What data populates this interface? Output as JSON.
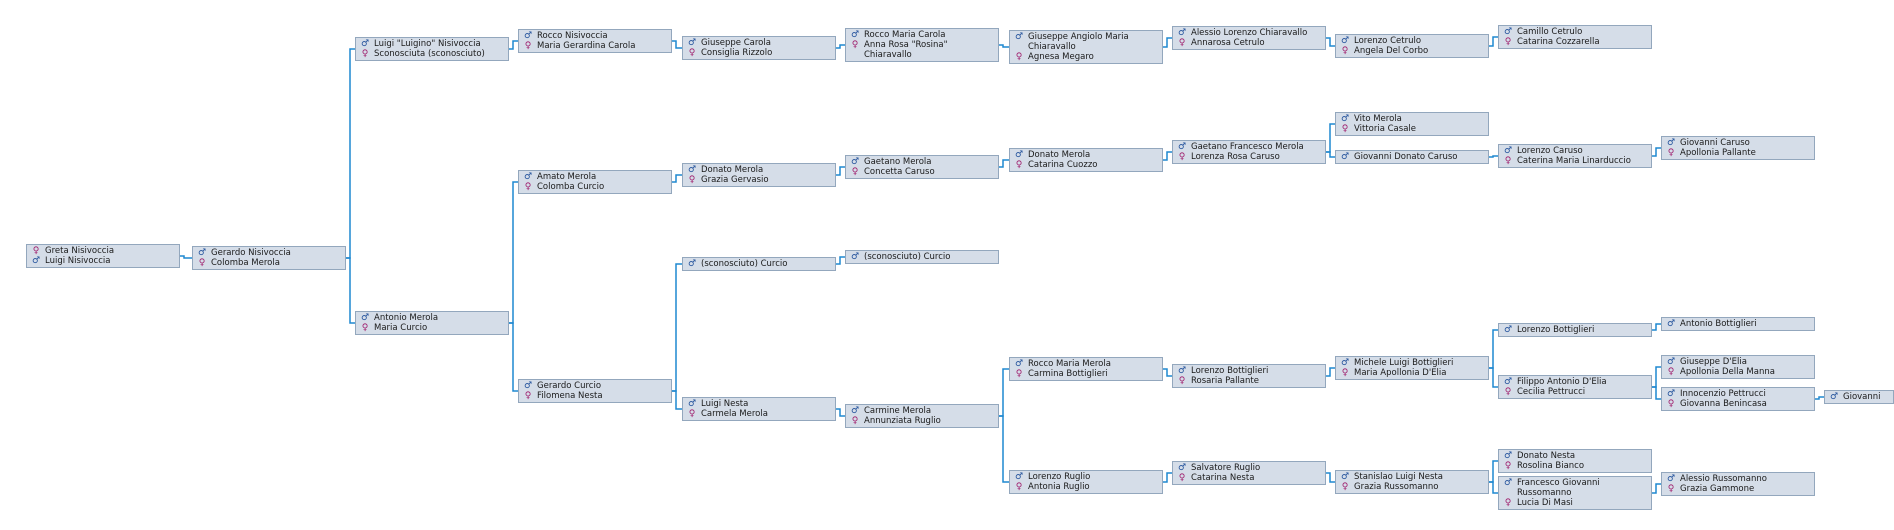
{
  "colors": {
    "node_bg": "#d5dde8",
    "node_border": "#93a7bd",
    "link": "#1f88d0",
    "male": "#1f4f9a",
    "female": "#a0206e"
  },
  "icons": {
    "male": "male-symbol-icon",
    "female": "female-symbol-icon"
  },
  "nodes": [
    {
      "id": "n0",
      "people": [
        {
          "g": "female",
          "name": "Greta Nisivoccia"
        },
        {
          "g": "male",
          "name": "Luigi Nisivoccia"
        }
      ]
    },
    {
      "id": "n1",
      "people": [
        {
          "g": "male",
          "name": "Gerardo Nisivoccia"
        },
        {
          "g": "female",
          "name": "Colomba Merola"
        }
      ]
    },
    {
      "id": "n2",
      "people": [
        {
          "g": "male",
          "name": "Luigi \"Luigino\" Nisivoccia"
        },
        {
          "g": "female",
          "name": "Sconosciuta (sconosciuto)"
        }
      ]
    },
    {
      "id": "n3",
      "people": [
        {
          "g": "male",
          "name": "Antonio Merola"
        },
        {
          "g": "female",
          "name": "Maria Curcio"
        }
      ]
    },
    {
      "id": "n4",
      "people": [
        {
          "g": "male",
          "name": "Rocco Nisivoccia"
        },
        {
          "g": "female",
          "name": "Maria Gerardina Carola"
        }
      ]
    },
    {
      "id": "n5",
      "people": [
        {
          "g": "male",
          "name": "Amato Merola"
        },
        {
          "g": "female",
          "name": "Colomba Curcio"
        }
      ]
    },
    {
      "id": "n6",
      "people": [
        {
          "g": "male",
          "name": "Gerardo Curcio"
        },
        {
          "g": "female",
          "name": "Filomena Nesta"
        }
      ]
    },
    {
      "id": "n7",
      "people": [
        {
          "g": "male",
          "name": "Giuseppe Carola"
        },
        {
          "g": "female",
          "name": "Consiglia Rizzolo"
        }
      ]
    },
    {
      "id": "n8",
      "people": [
        {
          "g": "male",
          "name": "Donato Merola"
        },
        {
          "g": "female",
          "name": "Grazia Gervasio"
        }
      ]
    },
    {
      "id": "n9",
      "people": [
        {
          "g": "male",
          "name": "(sconosciuto) Curcio"
        }
      ]
    },
    {
      "id": "n10",
      "people": [
        {
          "g": "male",
          "name": "Luigi Nesta"
        },
        {
          "g": "female",
          "name": "Carmela Merola"
        }
      ]
    },
    {
      "id": "n11",
      "people": [
        {
          "g": "male",
          "name": "Rocco Maria Carola"
        },
        {
          "g": "female",
          "name": "Anna Rosa \"Rosina\" Chiaravallo"
        }
      ]
    },
    {
      "id": "n12",
      "people": [
        {
          "g": "male",
          "name": "Gaetano Merola"
        },
        {
          "g": "female",
          "name": "Concetta Caruso"
        }
      ]
    },
    {
      "id": "n13",
      "people": [
        {
          "g": "male",
          "name": "(sconosciuto) Curcio"
        }
      ]
    },
    {
      "id": "n14",
      "people": [
        {
          "g": "male",
          "name": "Carmine Merola"
        },
        {
          "g": "female",
          "name": "Annunziata Ruglio"
        }
      ]
    },
    {
      "id": "n15",
      "people": [
        {
          "g": "male",
          "name": "Giuseppe Angiolo Maria Chiaravallo"
        },
        {
          "g": "female",
          "name": "Agnesa Megaro"
        }
      ]
    },
    {
      "id": "n16",
      "people": [
        {
          "g": "male",
          "name": "Donato Merola"
        },
        {
          "g": "female",
          "name": "Catarina Cuozzo"
        }
      ]
    },
    {
      "id": "n17",
      "people": [
        {
          "g": "male",
          "name": "Rocco Maria Merola"
        },
        {
          "g": "female",
          "name": "Carmina Bottiglieri"
        }
      ]
    },
    {
      "id": "n18",
      "people": [
        {
          "g": "male",
          "name": "Lorenzo Ruglio"
        },
        {
          "g": "female",
          "name": "Antonia Ruglio"
        }
      ]
    },
    {
      "id": "n19",
      "people": [
        {
          "g": "male",
          "name": "Alessio Lorenzo Chiaravallo"
        },
        {
          "g": "female",
          "name": "Annarosa Cetrulo"
        }
      ]
    },
    {
      "id": "n20",
      "people": [
        {
          "g": "male",
          "name": "Gaetano Francesco Merola"
        },
        {
          "g": "female",
          "name": "Lorenza Rosa Caruso"
        }
      ]
    },
    {
      "id": "n21",
      "people": [
        {
          "g": "male",
          "name": "Lorenzo Bottiglieri"
        },
        {
          "g": "female",
          "name": "Rosaria Pallante"
        }
      ]
    },
    {
      "id": "n22",
      "people": [
        {
          "g": "male",
          "name": "Salvatore Ruglio"
        },
        {
          "g": "female",
          "name": "Catarina Nesta"
        }
      ]
    },
    {
      "id": "n23",
      "people": [
        {
          "g": "male",
          "name": "Lorenzo Cetrulo"
        },
        {
          "g": "female",
          "name": "Angela Del Corbo"
        }
      ]
    },
    {
      "id": "n24",
      "people": [
        {
          "g": "male",
          "name": "Vito Merola"
        },
        {
          "g": "female",
          "name": "Vittoria Casale"
        }
      ]
    },
    {
      "id": "n25",
      "people": [
        {
          "g": "male",
          "name": "Giovanni Donato Caruso"
        }
      ]
    },
    {
      "id": "n26",
      "people": [
        {
          "g": "male",
          "name": "Michele Luigi Bottiglieri"
        },
        {
          "g": "female",
          "name": "Maria Apollonia D'Elia"
        }
      ]
    },
    {
      "id": "n27",
      "people": [
        {
          "g": "male",
          "name": "Stanislao Luigi Nesta"
        },
        {
          "g": "female",
          "name": "Grazia Russomanno"
        }
      ]
    },
    {
      "id": "n28",
      "people": [
        {
          "g": "male",
          "name": "Camillo Cetrulo"
        },
        {
          "g": "female",
          "name": "Catarina Cozzarella"
        }
      ]
    },
    {
      "id": "n29",
      "people": [
        {
          "g": "male",
          "name": "Lorenzo Caruso"
        },
        {
          "g": "female",
          "name": "Caterina Maria Linarduccio"
        }
      ]
    },
    {
      "id": "n30",
      "people": [
        {
          "g": "male",
          "name": "Lorenzo Bottiglieri"
        }
      ]
    },
    {
      "id": "n31",
      "people": [
        {
          "g": "male",
          "name": "Filippo Antonio D'Elia"
        },
        {
          "g": "female",
          "name": "Cecilia Pettrucci"
        }
      ]
    },
    {
      "id": "n32",
      "people": [
        {
          "g": "male",
          "name": "Donato Nesta"
        },
        {
          "g": "female",
          "name": "Rosolina Bianco"
        }
      ]
    },
    {
      "id": "n33",
      "people": [
        {
          "g": "male",
          "name": "Francesco Giovanni Russomanno"
        },
        {
          "g": "female",
          "name": "Lucia Di Masi"
        }
      ]
    },
    {
      "id": "n34",
      "people": [
        {
          "g": "male",
          "name": "Giovanni Caruso"
        },
        {
          "g": "female",
          "name": "Apollonia Pallante"
        }
      ]
    },
    {
      "id": "n35",
      "people": [
        {
          "g": "male",
          "name": "Antonio Bottiglieri"
        }
      ]
    },
    {
      "id": "n36",
      "people": [
        {
          "g": "male",
          "name": "Giuseppe D'Elia"
        },
        {
          "g": "female",
          "name": "Apollonia Della Manna"
        }
      ]
    },
    {
      "id": "n37",
      "people": [
        {
          "g": "male",
          "name": "Innocenzio Pettrucci"
        },
        {
          "g": "female",
          "name": "Giovanna Benincasa"
        }
      ]
    },
    {
      "id": "n38",
      "people": [
        {
          "g": "male",
          "name": "Alessio Russomanno"
        },
        {
          "g": "female",
          "name": "Grazia Gammone"
        }
      ]
    },
    {
      "id": "n39",
      "people": [
        {
          "g": "male",
          "name": "Giovanni"
        }
      ]
    }
  ],
  "links": [
    [
      "n0",
      "n1"
    ],
    [
      "n1",
      "n2"
    ],
    [
      "n1",
      "n3"
    ],
    [
      "n2",
      "n4"
    ],
    [
      "n3",
      "n5"
    ],
    [
      "n3",
      "n6"
    ],
    [
      "n4",
      "n7"
    ],
    [
      "n5",
      "n8"
    ],
    [
      "n6",
      "n9"
    ],
    [
      "n6",
      "n10"
    ],
    [
      "n7",
      "n11"
    ],
    [
      "n8",
      "n12"
    ],
    [
      "n9",
      "n13"
    ],
    [
      "n10",
      "n14"
    ],
    [
      "n11",
      "n15"
    ],
    [
      "n12",
      "n16"
    ],
    [
      "n14",
      "n17"
    ],
    [
      "n14",
      "n18"
    ],
    [
      "n15",
      "n19"
    ],
    [
      "n16",
      "n20"
    ],
    [
      "n17",
      "n21"
    ],
    [
      "n18",
      "n22"
    ],
    [
      "n19",
      "n23"
    ],
    [
      "n20",
      "n24"
    ],
    [
      "n20",
      "n25"
    ],
    [
      "n21",
      "n26"
    ],
    [
      "n22",
      "n27"
    ],
    [
      "n23",
      "n28"
    ],
    [
      "n25",
      "n29"
    ],
    [
      "n26",
      "n30"
    ],
    [
      "n26",
      "n31"
    ],
    [
      "n27",
      "n32"
    ],
    [
      "n27",
      "n33"
    ],
    [
      "n29",
      "n34"
    ],
    [
      "n30",
      "n35"
    ],
    [
      "n31",
      "n36"
    ],
    [
      "n31",
      "n37"
    ],
    [
      "n33",
      "n38"
    ],
    [
      "n37",
      "n39"
    ]
  ]
}
